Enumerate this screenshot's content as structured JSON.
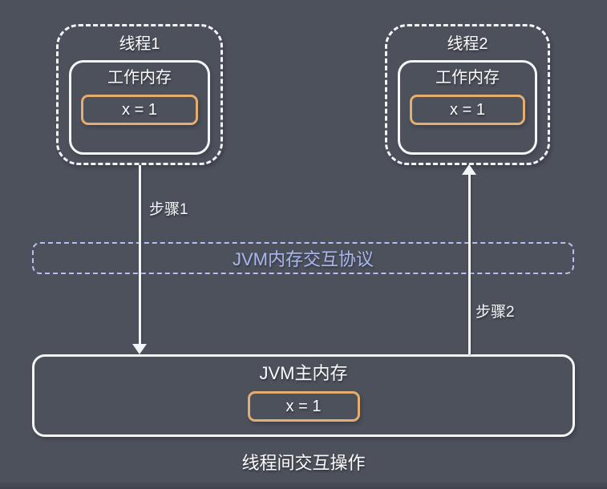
{
  "diagram": {
    "caption": "线程间交互操作"
  },
  "colors": {
    "background": "#4d515b",
    "box_border_white": "#f4f5f7",
    "value_border_orange": "#e5ad6f",
    "protocol_blue": "#a9b7ee"
  },
  "thread1": {
    "title": "线程1",
    "memory_label": "工作内存",
    "value": "x = 1"
  },
  "thread2": {
    "title": "线程2",
    "memory_label": "工作内存",
    "value": "x = 1"
  },
  "protocol": {
    "label": "JVM内存交互协议"
  },
  "main_memory": {
    "title": "JVM主内存",
    "value": "x = 1"
  },
  "arrows": {
    "step1": "步骤1",
    "step2": "步骤2"
  }
}
